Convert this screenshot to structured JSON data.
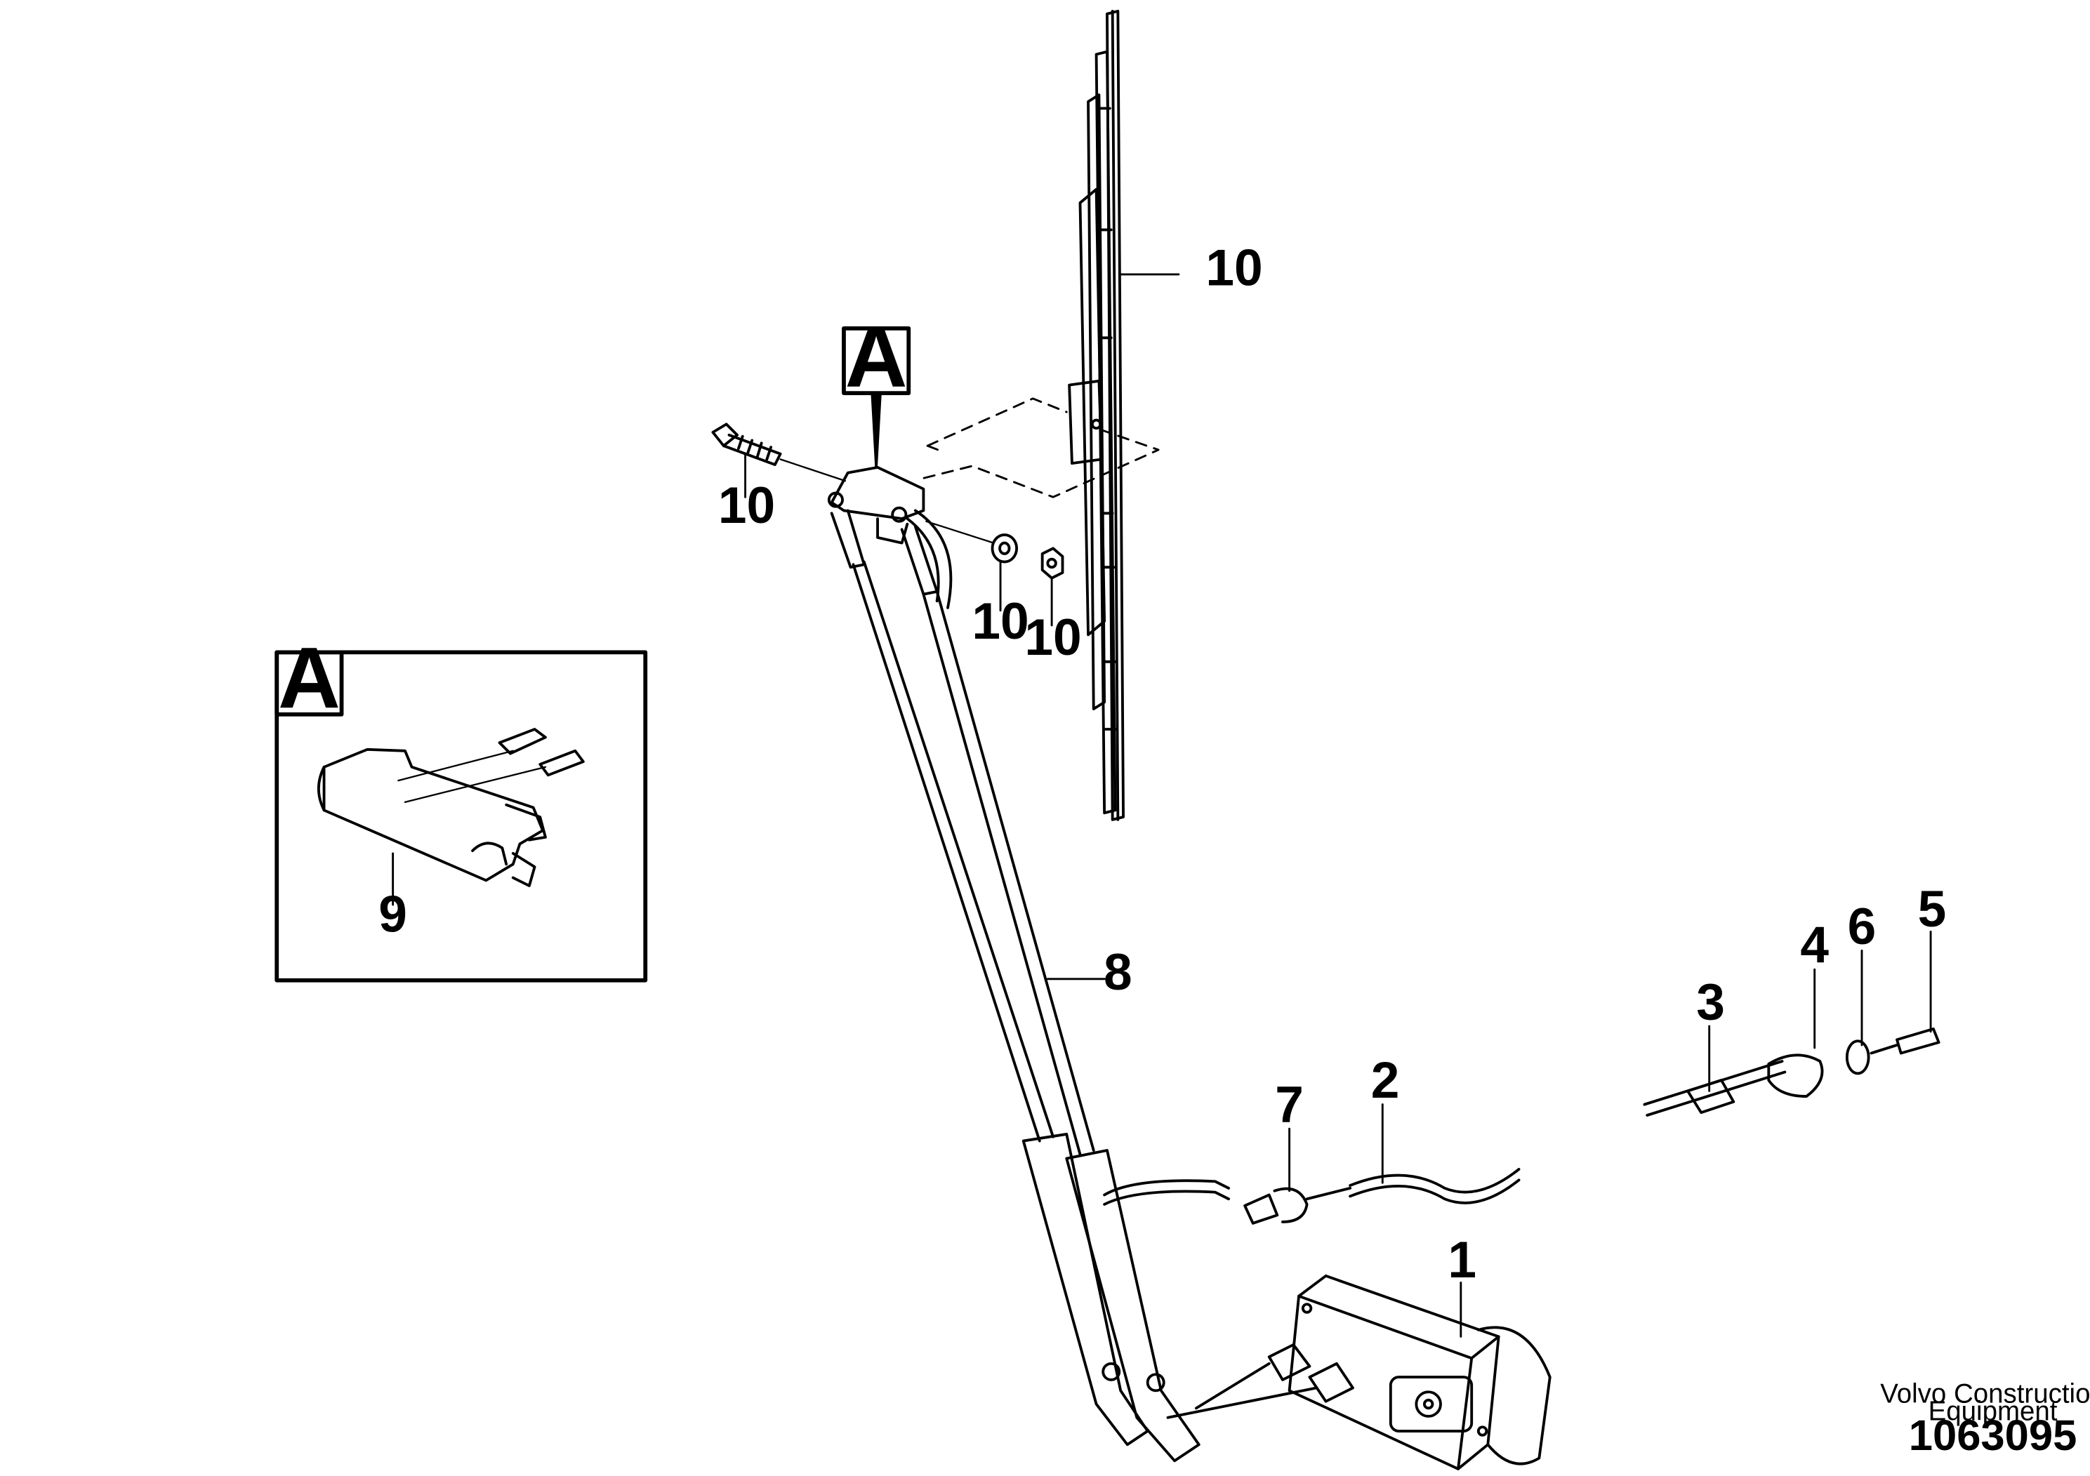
{
  "detail": {
    "label": "A"
  },
  "callouts": {
    "c1": "1",
    "c2": "2",
    "c3": "3",
    "c4": "4",
    "c5": "5",
    "c6": "6",
    "c7": "7",
    "c8": "8",
    "c9": "9",
    "c10_blade": "10",
    "c10_bolt": "10",
    "c10_washer": "10",
    "c10_nut": "10"
  },
  "footer": {
    "credit_line1": "Volvo Construction",
    "credit_line2": "Equipment",
    "figure_number": "1063095"
  }
}
